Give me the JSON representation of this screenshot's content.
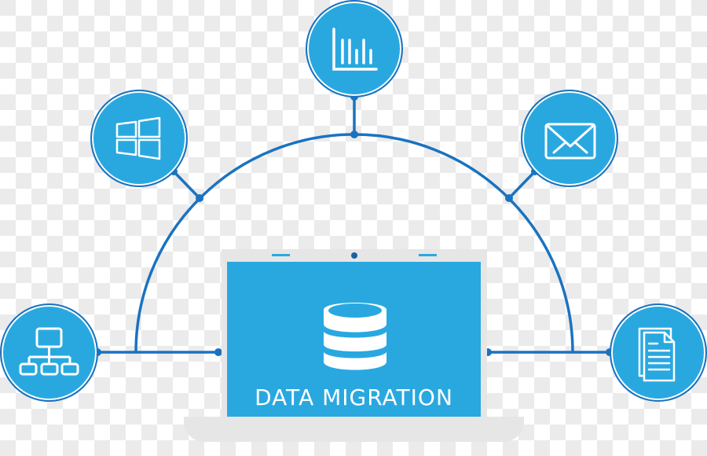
{
  "diagram": {
    "title": "DATA MIGRATION",
    "central_node": {
      "label": "DATA MIGRATION",
      "device": "laptop",
      "icon": "database-icon"
    },
    "nodes": [
      {
        "id": "network",
        "icon": "network-hierarchy-icon",
        "position": "left"
      },
      {
        "id": "windows",
        "icon": "windows-logo-icon",
        "position": "upper-left"
      },
      {
        "id": "analytics",
        "icon": "bar-chart-icon",
        "position": "top"
      },
      {
        "id": "email",
        "icon": "envelope-icon",
        "position": "upper-right"
      },
      {
        "id": "documents",
        "icon": "documents-icon",
        "position": "right"
      }
    ],
    "colors": {
      "node_fill": "#29a8e0",
      "connector": "#1a73c0",
      "laptop_frame": "#e6e6e6",
      "icon": "#ffffff"
    }
  }
}
